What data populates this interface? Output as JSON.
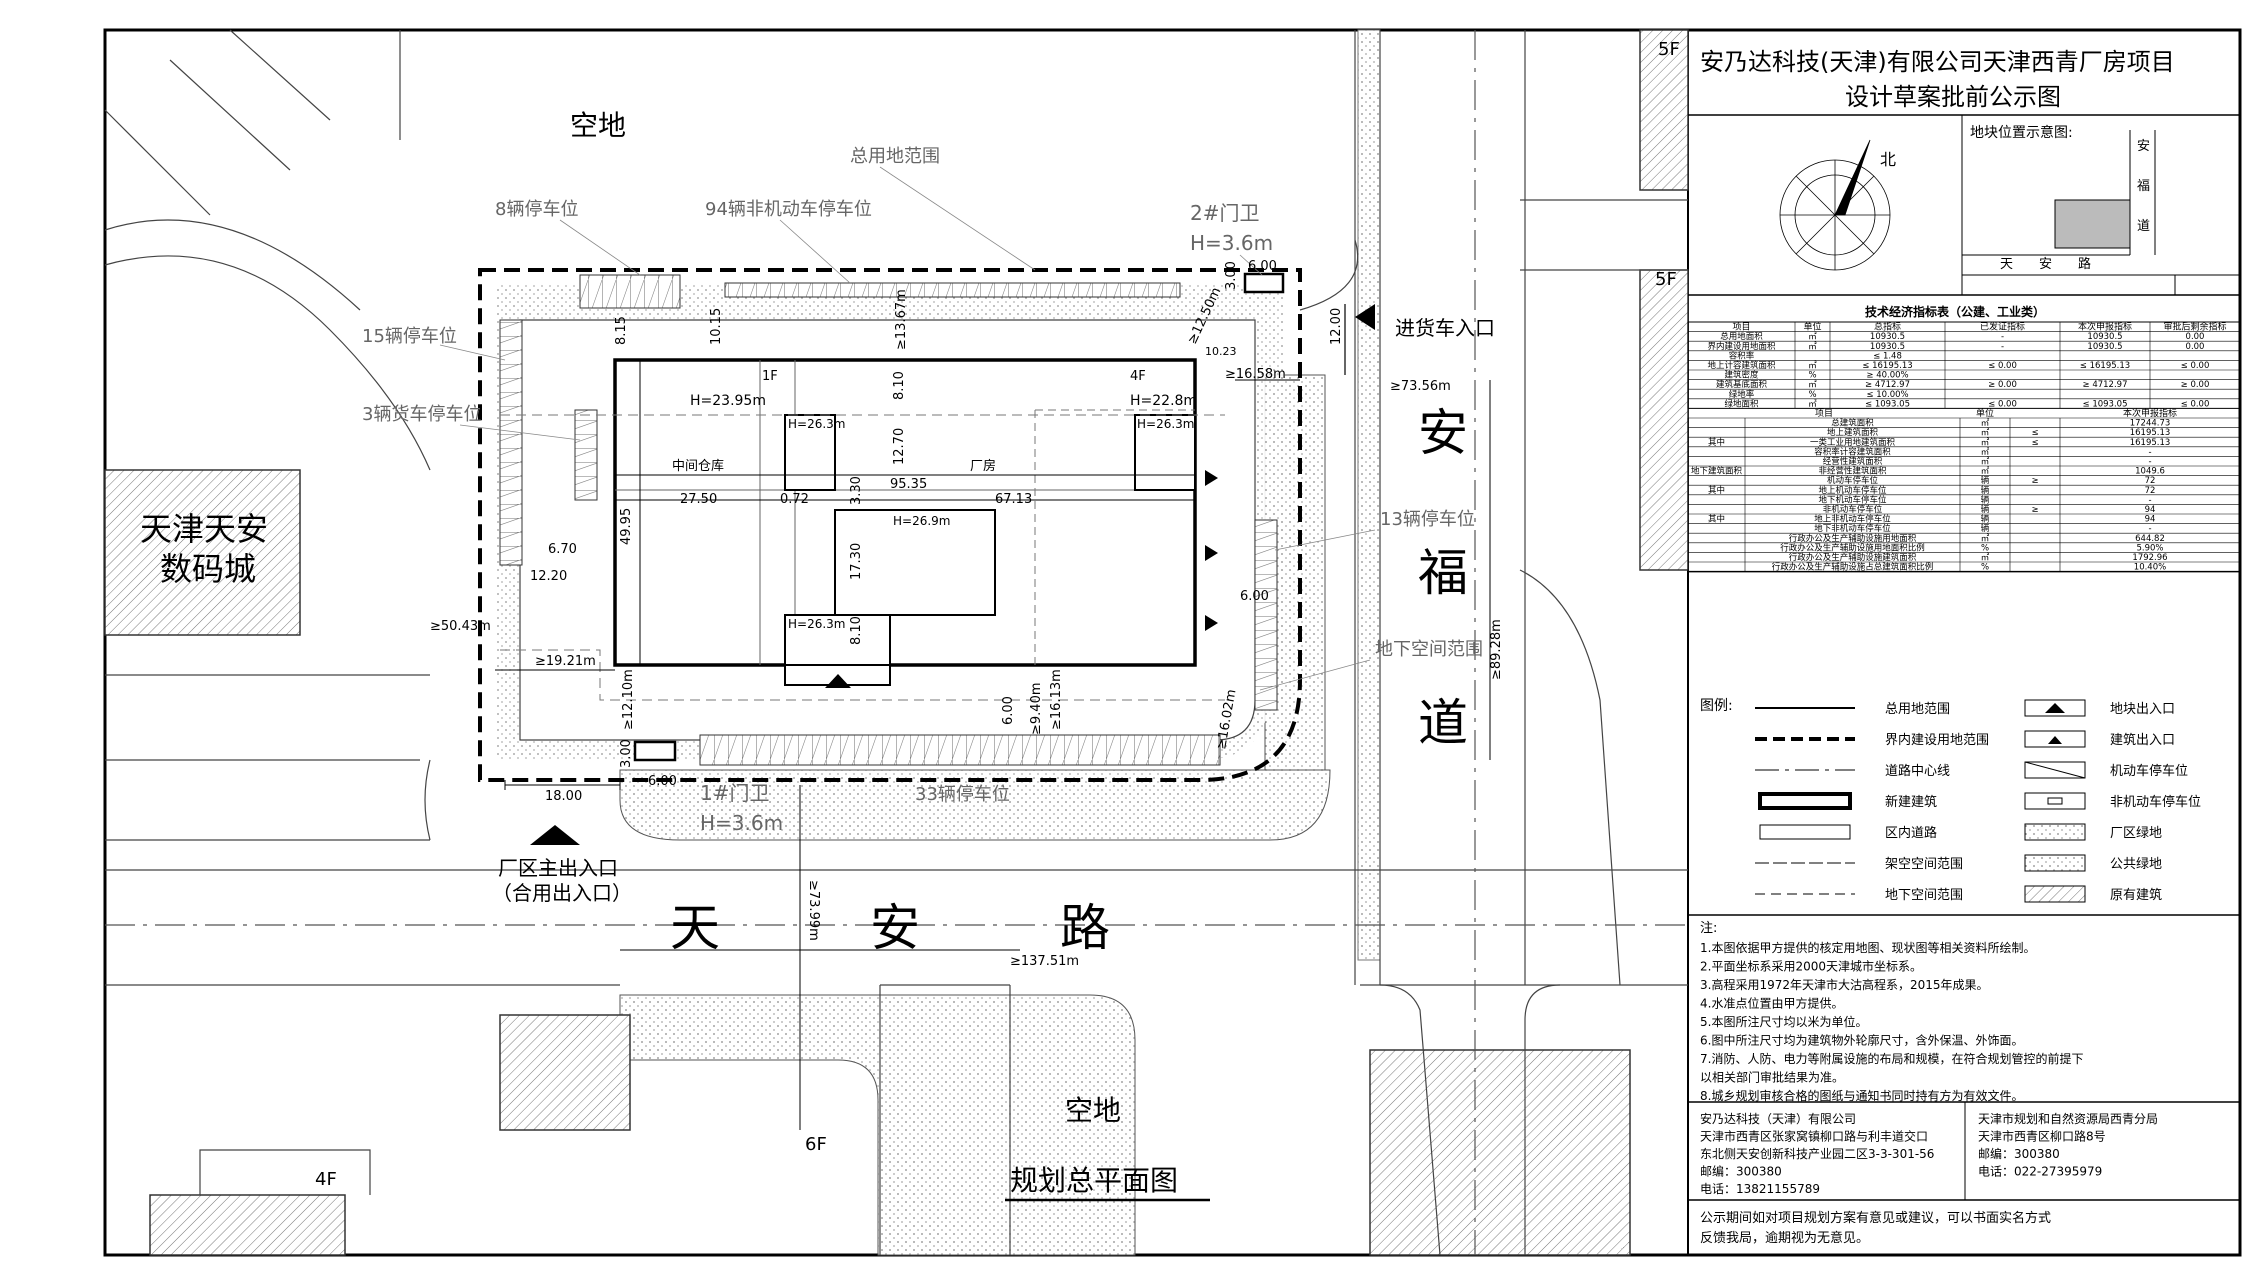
{
  "title_block": {
    "title_line1": "安乃达科技(天津)有限公司天津西青厂房项目",
    "title_line2": "设计草案批前公示图",
    "location_title": "地块位置示意图:",
    "north": "北",
    "loc_road_h": "天　　安　　路",
    "loc_road_v": [
      "安",
      "福",
      "道"
    ]
  },
  "indicators": {
    "title": "技术经济指标表（公建、工业类）",
    "headers": [
      "项目",
      "单位",
      "总指标",
      "已发证指标",
      "本次申报指标",
      "审批后剩余指标"
    ],
    "rows": [
      [
        "总用地面积",
        "㎡",
        "10930.5",
        "-",
        "10930.5",
        "0.00"
      ],
      [
        "界内建设用地面积",
        "㎡",
        "10930.5",
        "-",
        "10930.5",
        "0.00"
      ],
      [
        "容积率",
        "",
        "≤ 1.48",
        "",
        "",
        ""
      ],
      [
        "地上计容建筑面积",
        "㎡",
        "≤ 16195.13",
        "≤ 0.00",
        "≤ 16195.13",
        "≤ 0.00"
      ],
      [
        "建筑密度",
        "%",
        "≥ 40.00%",
        "",
        "",
        ""
      ],
      [
        "建筑基底面积",
        "㎡",
        "≥ 4712.97",
        "≥ 0.00",
        "≥ 4712.97",
        "≥ 0.00"
      ],
      [
        "绿地率",
        "%",
        "≤ 10.00%",
        "",
        "",
        ""
      ],
      [
        "绿地面积",
        "㎡",
        "≤ 1093.05",
        "≤ 0.00",
        "≤ 1093.05",
        "≤ 0.00"
      ]
    ],
    "headers2": [
      "项目",
      "单位",
      "本次申报指标"
    ],
    "rows2": [
      [
        "",
        "总建筑面积",
        "㎡",
        "",
        "17244.73"
      ],
      [
        "",
        "地上建筑面积",
        "㎡",
        "≤",
        "16195.13"
      ],
      [
        "其中",
        "一类工业用地建筑面积",
        "㎡",
        "≤",
        "16195.13"
      ],
      [
        "",
        "容积率计容建筑面积",
        "㎡",
        "",
        "-"
      ],
      [
        "",
        "经营性建筑面积",
        "㎡",
        "",
        "-"
      ],
      [
        "地下建筑面积",
        "非经营性建筑面积",
        "㎡",
        "",
        "1049.6"
      ],
      [
        "",
        "机动车停车位",
        "辆",
        "≥",
        "72"
      ],
      [
        "其中",
        "地上机动车停车位",
        "辆",
        "",
        "72"
      ],
      [
        "",
        "地下机动车停车位",
        "辆",
        "",
        "-"
      ],
      [
        "",
        "非机动车停车位",
        "辆",
        "≥",
        "94"
      ],
      [
        "其中",
        "地上非机动车停车位",
        "辆",
        "",
        "94"
      ],
      [
        "",
        "地下非机动车停车位",
        "辆",
        "",
        "-"
      ],
      [
        "",
        "行政办公及生产辅助设施用地面积",
        "㎡",
        "",
        "644.82"
      ],
      [
        "",
        "行政办公及生产辅助设施用地面积比例",
        "%",
        "",
        "5.90%"
      ],
      [
        "",
        "行政办公及生产辅助设施建筑面积",
        "㎡",
        "",
        "1792.96"
      ],
      [
        "",
        "行政办公及生产辅助设施占总建筑面积比例",
        "%",
        "",
        "10.40%"
      ]
    ]
  },
  "legend": {
    "title": "图例:",
    "left": [
      "总用地范围",
      "界内建设用地范围",
      "道路中心线",
      "新建建筑",
      "区内道路",
      "架空空间范围",
      "地下空间范围"
    ],
    "right": [
      "地块出入口",
      "建筑出入口",
      "机动车停车位",
      "非机动车停车位",
      "厂区绿地",
      "公共绿地",
      "原有建筑"
    ]
  },
  "notes": {
    "title": "注:",
    "items": [
      "1.本图依据甲方提供的核定用地图、现状图等相关资料所绘制。",
      "2.平面坐标系采用2000天津城市坐标系。",
      "3.高程采用1972年天津市大沽高程系，2015年成果。",
      "4.水准点位置由甲方提供。",
      "5.本图所注尺寸均以米为单位。",
      "6.图中所注尺寸均为建筑物外轮廓尺寸，含外保温、外饰面。",
      "7.消防、人防、电力等附属设施的布局和规模，在符合规划管控的前提下",
      "以相关部门审批结果为准。",
      "8.城乡规划审核合格的图纸与通知书同时持有方为有效文件。"
    ]
  },
  "contacts": {
    "left": [
      "安乃达科技（天津）有限公司",
      "天津市西青区张家窝镇柳口路与利丰道交口",
      "东北侧天安创新科技产业园二区3-3-301-56",
      "邮编：300380",
      "电话：13821155789"
    ],
    "right": [
      "天津市规划和自然资源局西青分局",
      "天津市西青区柳口路8号",
      "邮编：300380",
      "电话：022-27395979"
    ]
  },
  "footer_note": [
    "公示期间如对项目规划方案有意见或建议，可以书面实名方式",
    "反馈我局，逾期视为无意见。"
  ],
  "plan": {
    "drawing_title": "规划总平面图",
    "roads": {
      "tianan_chars": [
        "天",
        "安",
        "路"
      ],
      "anfu_chars": [
        "安",
        "福",
        "道"
      ]
    },
    "vacant_north": "空地",
    "vacant_south": "空地",
    "neighbor": [
      "天津天安",
      "数码城"
    ],
    "floors": {
      "f5a": "5F",
      "f5b": "5F",
      "f6": "6F",
      "f4": "4F"
    },
    "callouts": {
      "total_range": "总用地范围",
      "park8": "8辆停车位",
      "bike94": "94辆非机动车停车位",
      "guard2": "2#门卫",
      "guard2_h": "H=3.6m",
      "park15": "15辆停车位",
      "truck3": "3辆货车停车位",
      "park13": "13辆停车位",
      "underground": "地下空间范围",
      "park33": "33辆停车位",
      "guard1": "1#门卫",
      "guard1_h": "H=3.6m",
      "cargo_entry": "进货车入口",
      "main_entry1": "厂区主出入口",
      "main_entry2": "（合用出入口）"
    },
    "building": {
      "warehouse": "中间仓库",
      "factory": "厂房",
      "floor1": "1F",
      "floor4": "4F",
      "h1": "H=23.95m",
      "h2": "H=22.8m",
      "h3": "H=26.3m",
      "h4": "H=26.3m",
      "h5": "H=26.9m",
      "h6": "H=26.3m"
    },
    "dims": {
      "d815": "8.15",
      "d1015": "10.15",
      "d1367": "≥13.67m",
      "d1250": "≥12.50m",
      "d300": "3.00",
      "d600a": "6.00",
      "d1200": "12.00",
      "d7356": "≥73.56m",
      "d1658": "≥16.58m",
      "d1023": "10.23",
      "d1270": "12.70",
      "d810a": "8.10",
      "d330": "3.30",
      "d9535": "95.35",
      "d2750": "27.50",
      "d072": "0.72",
      "d6713": "67.13",
      "d4995": "49.95",
      "d1730": "17.30",
      "d810b": "8.10",
      "d670": "6.70",
      "d1220": "12.20",
      "d5043": "≥50.43m",
      "d1921": "≥19.21m",
      "d1210": "≥12.10m",
      "d600b": "6.00",
      "d940": "≥9.40m",
      "d1613": "≥16.13m",
      "d1602": "≥16.02m",
      "d600c": "6.00",
      "d8928": "≥89.28m",
      "d1800": "18.00",
      "d300b": "3.00",
      "d600d": "6.00",
      "d7399": "≥73.99m",
      "d13751": "≥137.51m"
    }
  }
}
